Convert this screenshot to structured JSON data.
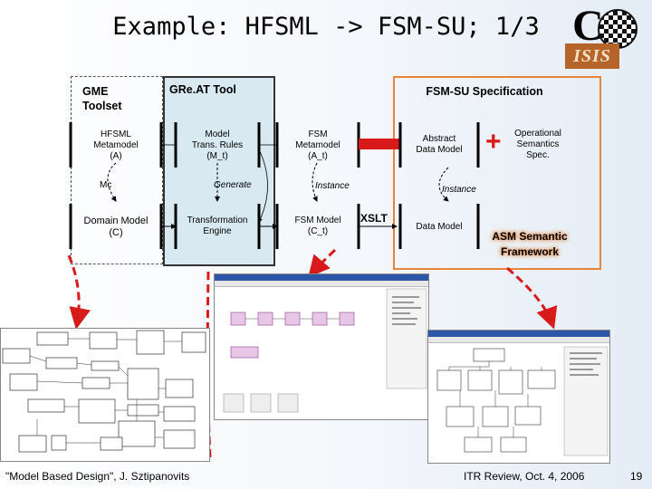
{
  "title": "Example: HFSML -> FSM-SU; 1/3",
  "logo": {
    "c_letter": "C",
    "isis_text": "ISIS"
  },
  "sections": {
    "gme": "GME\nToolset",
    "greatt": "GRe.AT Tool",
    "fsmsu": "FSM-SU Specification"
  },
  "nodes": {
    "hfsml_metamodel": "HFSML\nMetamodel\n(A)",
    "model_transformation_rules": "Model\nTrans. Rules\n(M_t)",
    "fsm_metamodel": "FSM\nMetamodel\n(A_t)",
    "abstract_data_model": "Abstract\nData Model",
    "operational_semantics": "Operational\nSemantics\nSpec.",
    "domain_model": "Domain Model\n(C)",
    "transformation_engine": "Transformation\nEngine",
    "fsm_model": "FSM Model\n(C_t)",
    "data_model": "Data Model"
  },
  "edge_labels": {
    "mc": "Mc",
    "generate": "Generate",
    "instance_left": "Instance",
    "instance_right": "Instance",
    "xslt": "XSLT"
  },
  "plus_sign": "+",
  "asm_framework": "ASM Semantic\nFramework",
  "footer": {
    "left": "\"Model Based Design\", J. Sztipanovits",
    "center": "ITR Review, Oct. 4, 2006",
    "page": "19"
  },
  "colors": {
    "fsmsu_border": "#e8833a",
    "greatt_fill": "#d8e9f2",
    "arrow_red": "#d81a1a",
    "plus_red": "#d81a1a"
  }
}
